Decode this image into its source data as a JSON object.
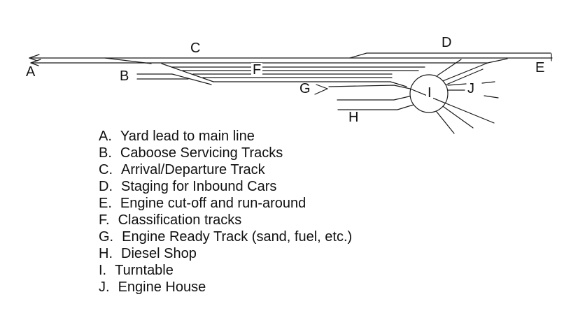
{
  "diagram": {
    "title": "rail yard track schematic",
    "labels": {
      "A": "A",
      "B": "B",
      "C": "C",
      "D": "D",
      "E": "E",
      "F": "F",
      "G": "G",
      "H": "H",
      "I": "I",
      "J": "J"
    }
  },
  "legend": {
    "items": [
      {
        "letter": "A.",
        "text": "Yard lead to main line"
      },
      {
        "letter": "B.",
        "text": "Caboose Servicing Tracks"
      },
      {
        "letter": "C.",
        "text": "Arrival/Departure Track"
      },
      {
        "letter": "D.",
        "text": "Staging for Inbound Cars"
      },
      {
        "letter": "E.",
        "text": "Engine cut-off and run-around"
      },
      {
        "letter": "F.",
        "text": "Classification tracks"
      },
      {
        "letter": "G.",
        "text": "Engine Ready Track (sand, fuel, etc.)"
      },
      {
        "letter": "H.",
        "text": "Diesel Shop"
      },
      {
        "letter": "I.",
        "text": "Turntable"
      },
      {
        "letter": "J.",
        "text": "Engine House"
      }
    ]
  },
  "colors": {
    "line": "#1b1b1b",
    "text": "#111111",
    "background": "#ffffff"
  }
}
